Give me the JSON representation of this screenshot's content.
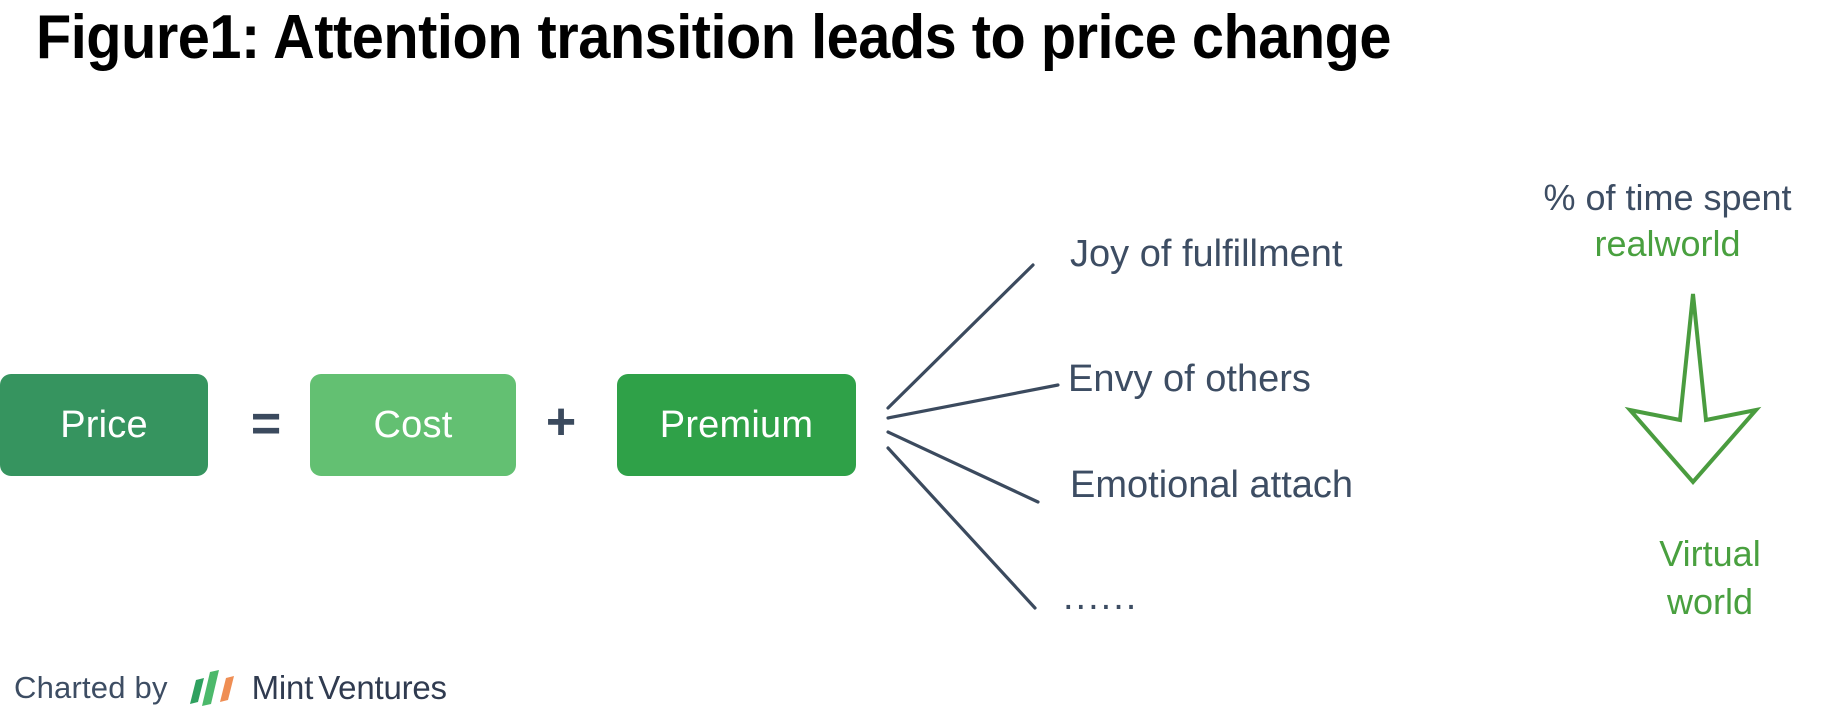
{
  "title": "Figure1: Attention transition leads to price change",
  "equation": {
    "terms": [
      {
        "label": "Price",
        "color": "#36945f"
      },
      {
        "label": "Cost",
        "color": "#63c072"
      },
      {
        "label": "Premium",
        "color": "#2fa148"
      }
    ],
    "operator_equals": "=",
    "operator_plus": "+"
  },
  "premium_factors": [
    {
      "label": "Joy of fulfillment"
    },
    {
      "label": "Envy of others"
    },
    {
      "label": "Emotional attach"
    },
    {
      "label": "......"
    }
  ],
  "transition": {
    "head_line1": "% of time spent",
    "head_line2": "realworld",
    "foot_line1": "Virtual",
    "foot_line2": "world",
    "arrow_color": "#4a9c3f",
    "accent_color": "#49a03f"
  },
  "footer": {
    "charted_by": "Charted by",
    "brand_mint": "Mint",
    "brand_ventures": "Ventures",
    "logo_green": "#2fa15f",
    "logo_green_light": "#4cb96b",
    "logo_orange": "#ef8e54"
  },
  "palette": {
    "text_navy": "#3d4d63",
    "line_navy": "#3b4a5e",
    "background": "#ffffff"
  }
}
